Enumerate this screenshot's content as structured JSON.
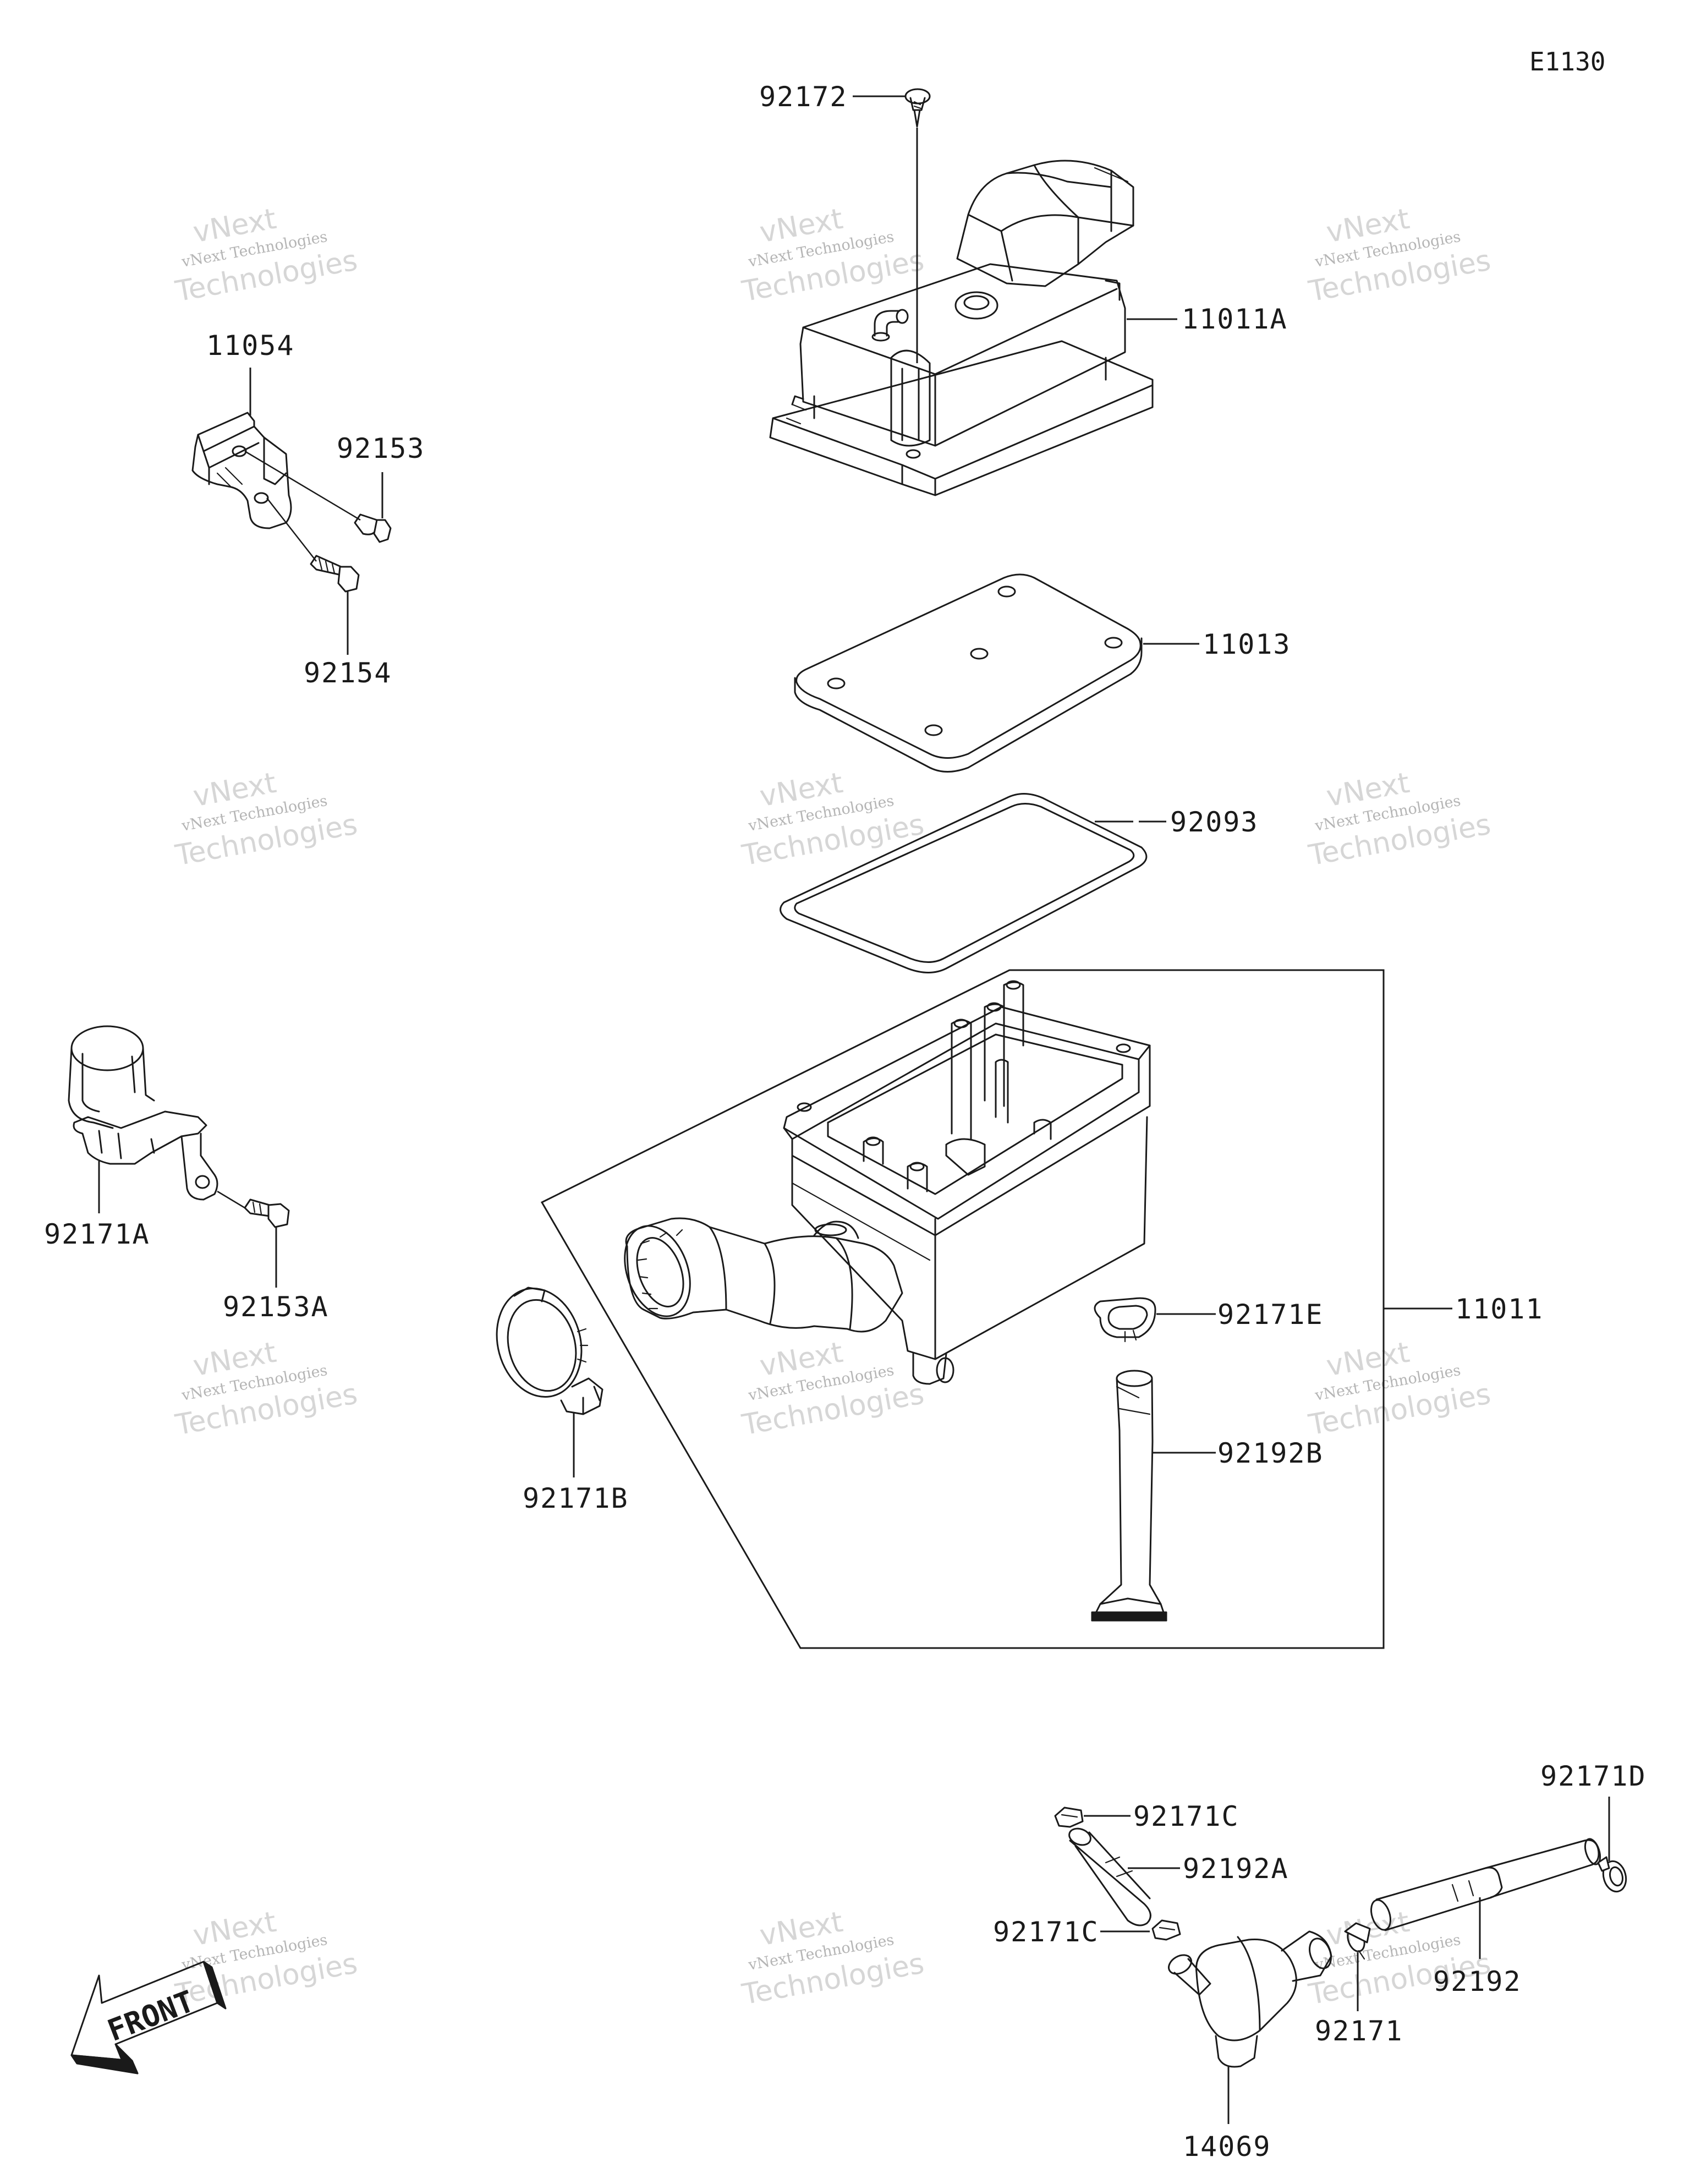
{
  "diagram_code": "E1130",
  "watermark": {
    "brand": "vNext",
    "line_small": "vNext Technologies",
    "line_big": "Technologies"
  },
  "front_label": "FRONT",
  "parts": [
    {
      "id": "p-92172",
      "label": "92172"
    },
    {
      "id": "p-11011A",
      "label": "11011A"
    },
    {
      "id": "p-11054",
      "label": "11054"
    },
    {
      "id": "p-92153",
      "label": "92153"
    },
    {
      "id": "p-92154",
      "label": "92154"
    },
    {
      "id": "p-11013",
      "label": "11013"
    },
    {
      "id": "p-92093",
      "label": "92093"
    },
    {
      "id": "p-92171A",
      "label": "92171A"
    },
    {
      "id": "p-92153A",
      "label": "92153A"
    },
    {
      "id": "p-92171E",
      "label": "92171E"
    },
    {
      "id": "p-11011",
      "label": "11011"
    },
    {
      "id": "p-92192B",
      "label": "92192B"
    },
    {
      "id": "p-92171B",
      "label": "92171B"
    },
    {
      "id": "p-92171C-top",
      "label": "92171C"
    },
    {
      "id": "p-92192A",
      "label": "92192A"
    },
    {
      "id": "p-92171C-bot",
      "label": "92171C"
    },
    {
      "id": "p-92171D",
      "label": "92171D"
    },
    {
      "id": "p-92192",
      "label": "92192"
    },
    {
      "id": "p-92171",
      "label": "92171"
    },
    {
      "id": "p-14069",
      "label": "14069"
    }
  ]
}
